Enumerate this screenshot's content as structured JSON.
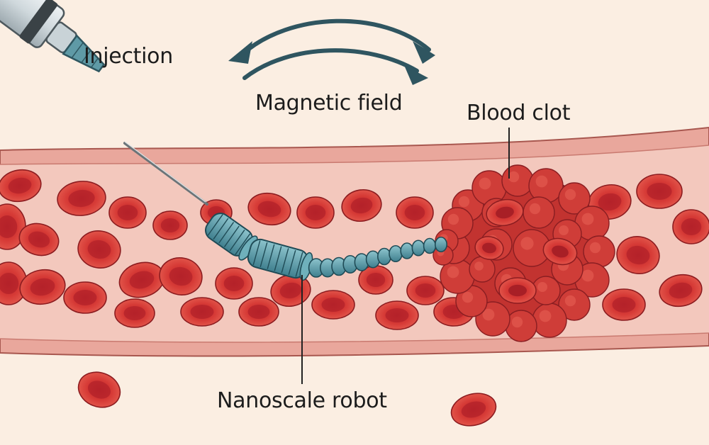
{
  "labels": {
    "injection": "Injection",
    "magnetic_field": "Magnetic field",
    "blood_clot": "Blood clot",
    "nanoscale_robot": "Nanoscale robot"
  },
  "colors": {
    "background": "#fbeee2",
    "vessel_wall": "#e9a79c",
    "vessel_lumen": "#f3c8bd",
    "blood_cell": "#d63a36",
    "clot": "#c23330",
    "robot": "#5b9aa8",
    "arrow": "#2f5560"
  }
}
